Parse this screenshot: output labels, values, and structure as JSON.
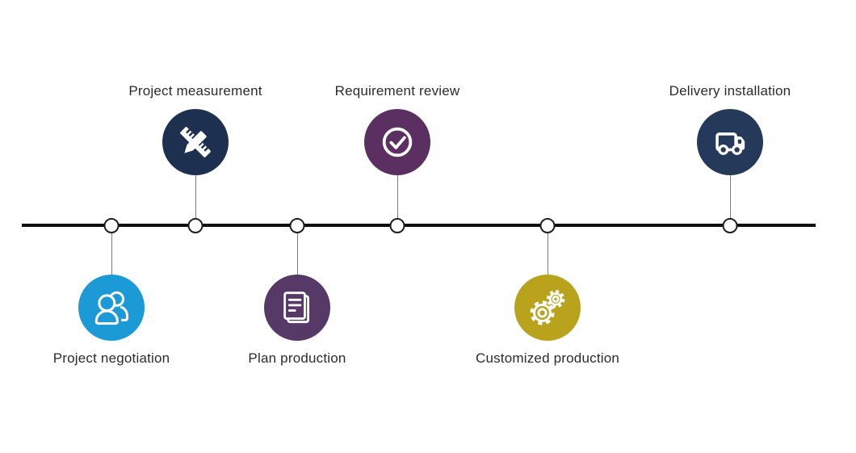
{
  "diagram": {
    "title": "",
    "background": "#ffffff",
    "text_color": "#2b2b2b",
    "icon_color": "#ffffff",
    "timeline": {
      "line_color": "#0f0f0f",
      "node_fill": "#ffffff",
      "node_border_color": "#1f1f1f",
      "connector_color": "#7e7e7e"
    },
    "steps": [
      {
        "label": "Project negotiation",
        "position": "below",
        "color": "#1b9ad6",
        "icon": "people-icon"
      },
      {
        "label": "Project measurement",
        "position": "above",
        "color": "#1e3050",
        "icon": "ruler-pencil-icon"
      },
      {
        "label": "Plan production",
        "position": "below",
        "color": "#573968",
        "icon": "document-icon"
      },
      {
        "label": "Requirement review",
        "position": "above",
        "color": "#5c2f63",
        "icon": "check-circle-icon"
      },
      {
        "label": "Customized production",
        "position": "below",
        "color": "#b9a21c",
        "icon": "gears-icon"
      },
      {
        "label": "Delivery installation",
        "position": "above",
        "color": "#253a5b",
        "icon": "truck-icon"
      }
    ]
  }
}
